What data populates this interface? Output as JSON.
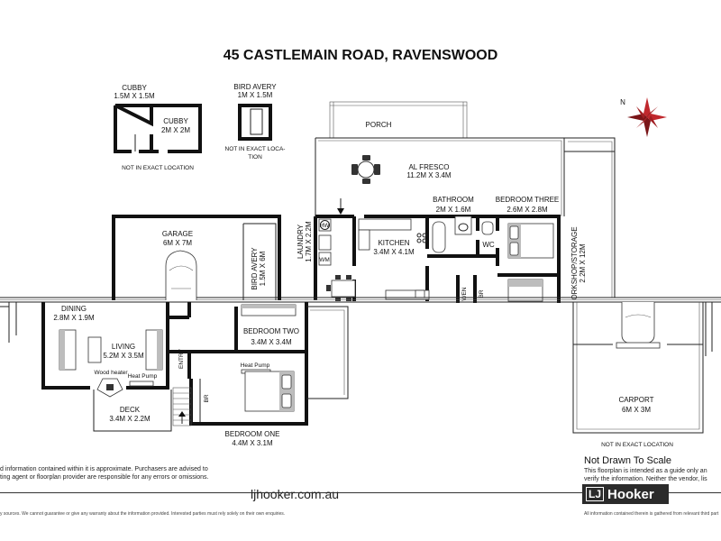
{
  "title": "45 CASTLEMAIN ROAD,  RAVENSWOOD",
  "rooms": {
    "cubby_outer": {
      "name": "CUBBY",
      "size": "1.5M X 1.5M"
    },
    "cubby_inner": {
      "name": "CUBBY",
      "size": "2M X 2M"
    },
    "cubby_note": "NOT IN EXACT LOCATION",
    "bird_avery_small": {
      "name": "BIRD AVERY",
      "size": "1M X 1.5M"
    },
    "bird_note_1": "NOT IN EXACT LOCA-",
    "bird_note_2": "TION",
    "porch": "PORCH",
    "al_fresco": {
      "name": "AL FRESCO",
      "size": "11.2M X 3.4M"
    },
    "bathroom": {
      "name": "BATHROOM",
      "size": "2M X 1.6M"
    },
    "bedroom_three": {
      "name": "BEDROOM THREE",
      "size": "2.6M X 2.8M"
    },
    "laundry": {
      "name": "LAUNDRY",
      "size": "1.7M X 2.2M"
    },
    "kitchen": {
      "name": "KITCHEN",
      "size": "3.4M X 4.1M"
    },
    "wc": "WC",
    "hw": "HW",
    "wm": "WM",
    "workshop": {
      "name": "ORKSHOP/STORAGE",
      "size": "2.2M X 12M"
    },
    "garage": {
      "name": "GARAGE",
      "size": "6M X 7M"
    },
    "bird_avery_large": {
      "name": "BIRD AVERY",
      "size": "1.5M X 6M"
    },
    "dining": {
      "name": "DINING",
      "size": "2.8M X 1.9M"
    },
    "living": {
      "name": "LIVING",
      "size": "5.2M X 3.5M"
    },
    "wood_heater": "Wood heater",
    "heat_pump_living": "Heat Pump",
    "entry": "ENTRY",
    "bedroom_two": {
      "name": "BEDROOM TWO",
      "size": "3.4M X 3.4M"
    },
    "heat_pump_bed": "Heat Pump",
    "bedroom_one": {
      "name": "BEDROOM ONE",
      "size": "4.4M X 3.1M"
    },
    "br_1": "BR",
    "br_2": "BR",
    "wen": "WEN",
    "deck": {
      "name": "DECK",
      "size": "3.4M X 2.2M"
    },
    "carport": {
      "name": "CARPORT",
      "size": "6M X 3M"
    },
    "carport_note": "NOT IN EXACT LOCATION",
    "north": "N"
  },
  "footer": {
    "disclaimer_1": "d information contained within it is approximate. Purchasers are advised to",
    "disclaimer_2": "ting agent or floorplan provider are responsible for any errors or omissions.",
    "website": "ljhooker.com.au",
    "brand_mark": "LJ",
    "brand_name": "Hooker",
    "not_to_scale": "Not Drawn To Scale",
    "scale_note_1": "This floorplan is intended as a guide only an",
    "scale_note_2": "verify the information. Neither the vendor, lis",
    "fine_left": "y sources. We cannot guarantee or give any warranty about the information provided. Interested parties must rely solely on their own enquiries.",
    "fine_right": "All information contained therein is gathered from relevant third part"
  },
  "colors": {
    "wall": "#111111",
    "compass_red": "#c0282d",
    "logo_bg": "#2b2b2b"
  }
}
